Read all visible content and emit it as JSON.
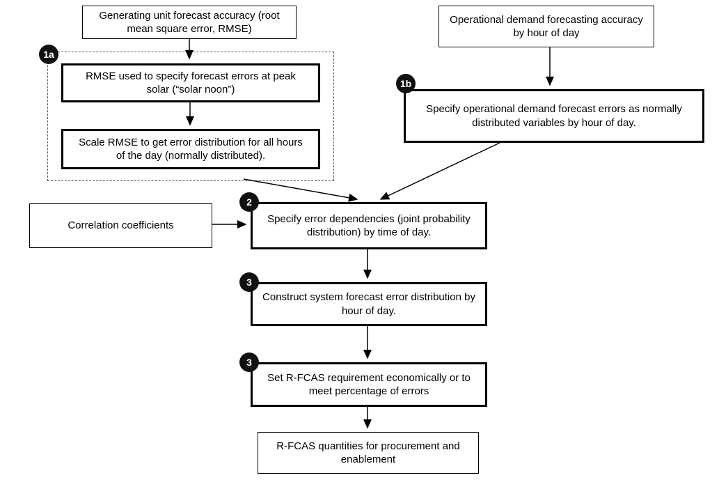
{
  "diagram": {
    "nodes": {
      "gen_unit_accuracy": {
        "label": "Generating unit forecast accuracy (root mean square error, RMSE)"
      },
      "op_demand_accuracy": {
        "label": "Operational demand forecasting accuracy by hour of day"
      },
      "rmse_peak_solar": {
        "label": "RMSE used to specify forecast errors at peak solar (“solar noon”)"
      },
      "scale_rmse": {
        "label": "Scale RMSE to get error distribution for all hours of the day (normally distributed)."
      },
      "specify_op_demand_errors": {
        "label": "Specify operational demand forecast errors as normally distributed variables by hour of day."
      },
      "correlation_coefficients": {
        "label": "Correlation coefficients"
      },
      "specify_error_dependencies": {
        "label": "Specify error dependencies (joint probability distribution) by time of day."
      },
      "construct_system_error": {
        "label": "Construct system forecast error distribution by hour of day."
      },
      "set_rfcas_requirement": {
        "label": "Set R-FCAS requirement economically or to meet percentage of errors"
      },
      "rfcas_quantities": {
        "label": "R-FCAS quantities for procurement and enablement"
      }
    },
    "badges": {
      "step_1a": "1a",
      "step_1b": "1b",
      "step_2": "2",
      "step_3a": "3",
      "step_3b": "3"
    },
    "colors": {
      "box_border": "#000000",
      "badge_background": "#111111",
      "badge_text": "#ffffff",
      "background": "#ffffff",
      "dashed_group_border": "#555555"
    }
  }
}
